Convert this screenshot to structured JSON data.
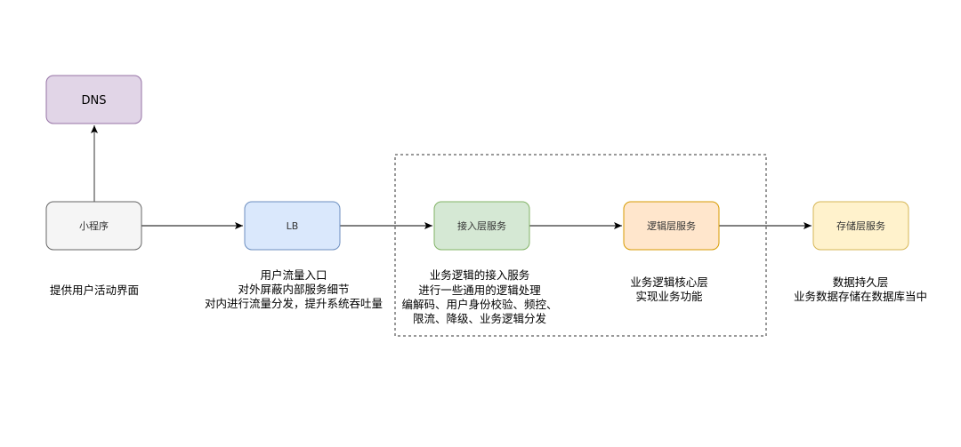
{
  "nodes": {
    "dns": {
      "label": "DNS",
      "fill": "#e1d5e7",
      "stroke": "#9673a6"
    },
    "miniapp": {
      "label": "小程序",
      "fill": "#f5f5f5",
      "stroke": "#666666"
    },
    "lb": {
      "label": "LB",
      "fill": "#dae8fc",
      "stroke": "#6c8ebf"
    },
    "access": {
      "label": "接入层服务",
      "fill": "#d5e8d4",
      "stroke": "#82b366"
    },
    "logic": {
      "label": "逻辑层服务",
      "fill": "#ffe6cc",
      "stroke": "#d79b00"
    },
    "storage": {
      "label": "存储层服务",
      "fill": "#fff2cc",
      "stroke": "#d6b656"
    }
  },
  "descriptions": {
    "miniapp": [
      "提供用户活动界面"
    ],
    "lb": [
      "用户流量入口",
      "对外屏蔽内部服务细节",
      "对内进行流量分发，提升系统吞吐量"
    ],
    "access": [
      "业务逻辑的接入服务",
      "进行一些通用的逻辑处理",
      "编解码、用户身份校验、频控、",
      "限流、降级、业务逻辑分发"
    ],
    "logic": [
      "业务逻辑核心层",
      "实现业务功能"
    ],
    "storage": [
      "数据持久层",
      "业务数据存储在数据库当中"
    ]
  }
}
